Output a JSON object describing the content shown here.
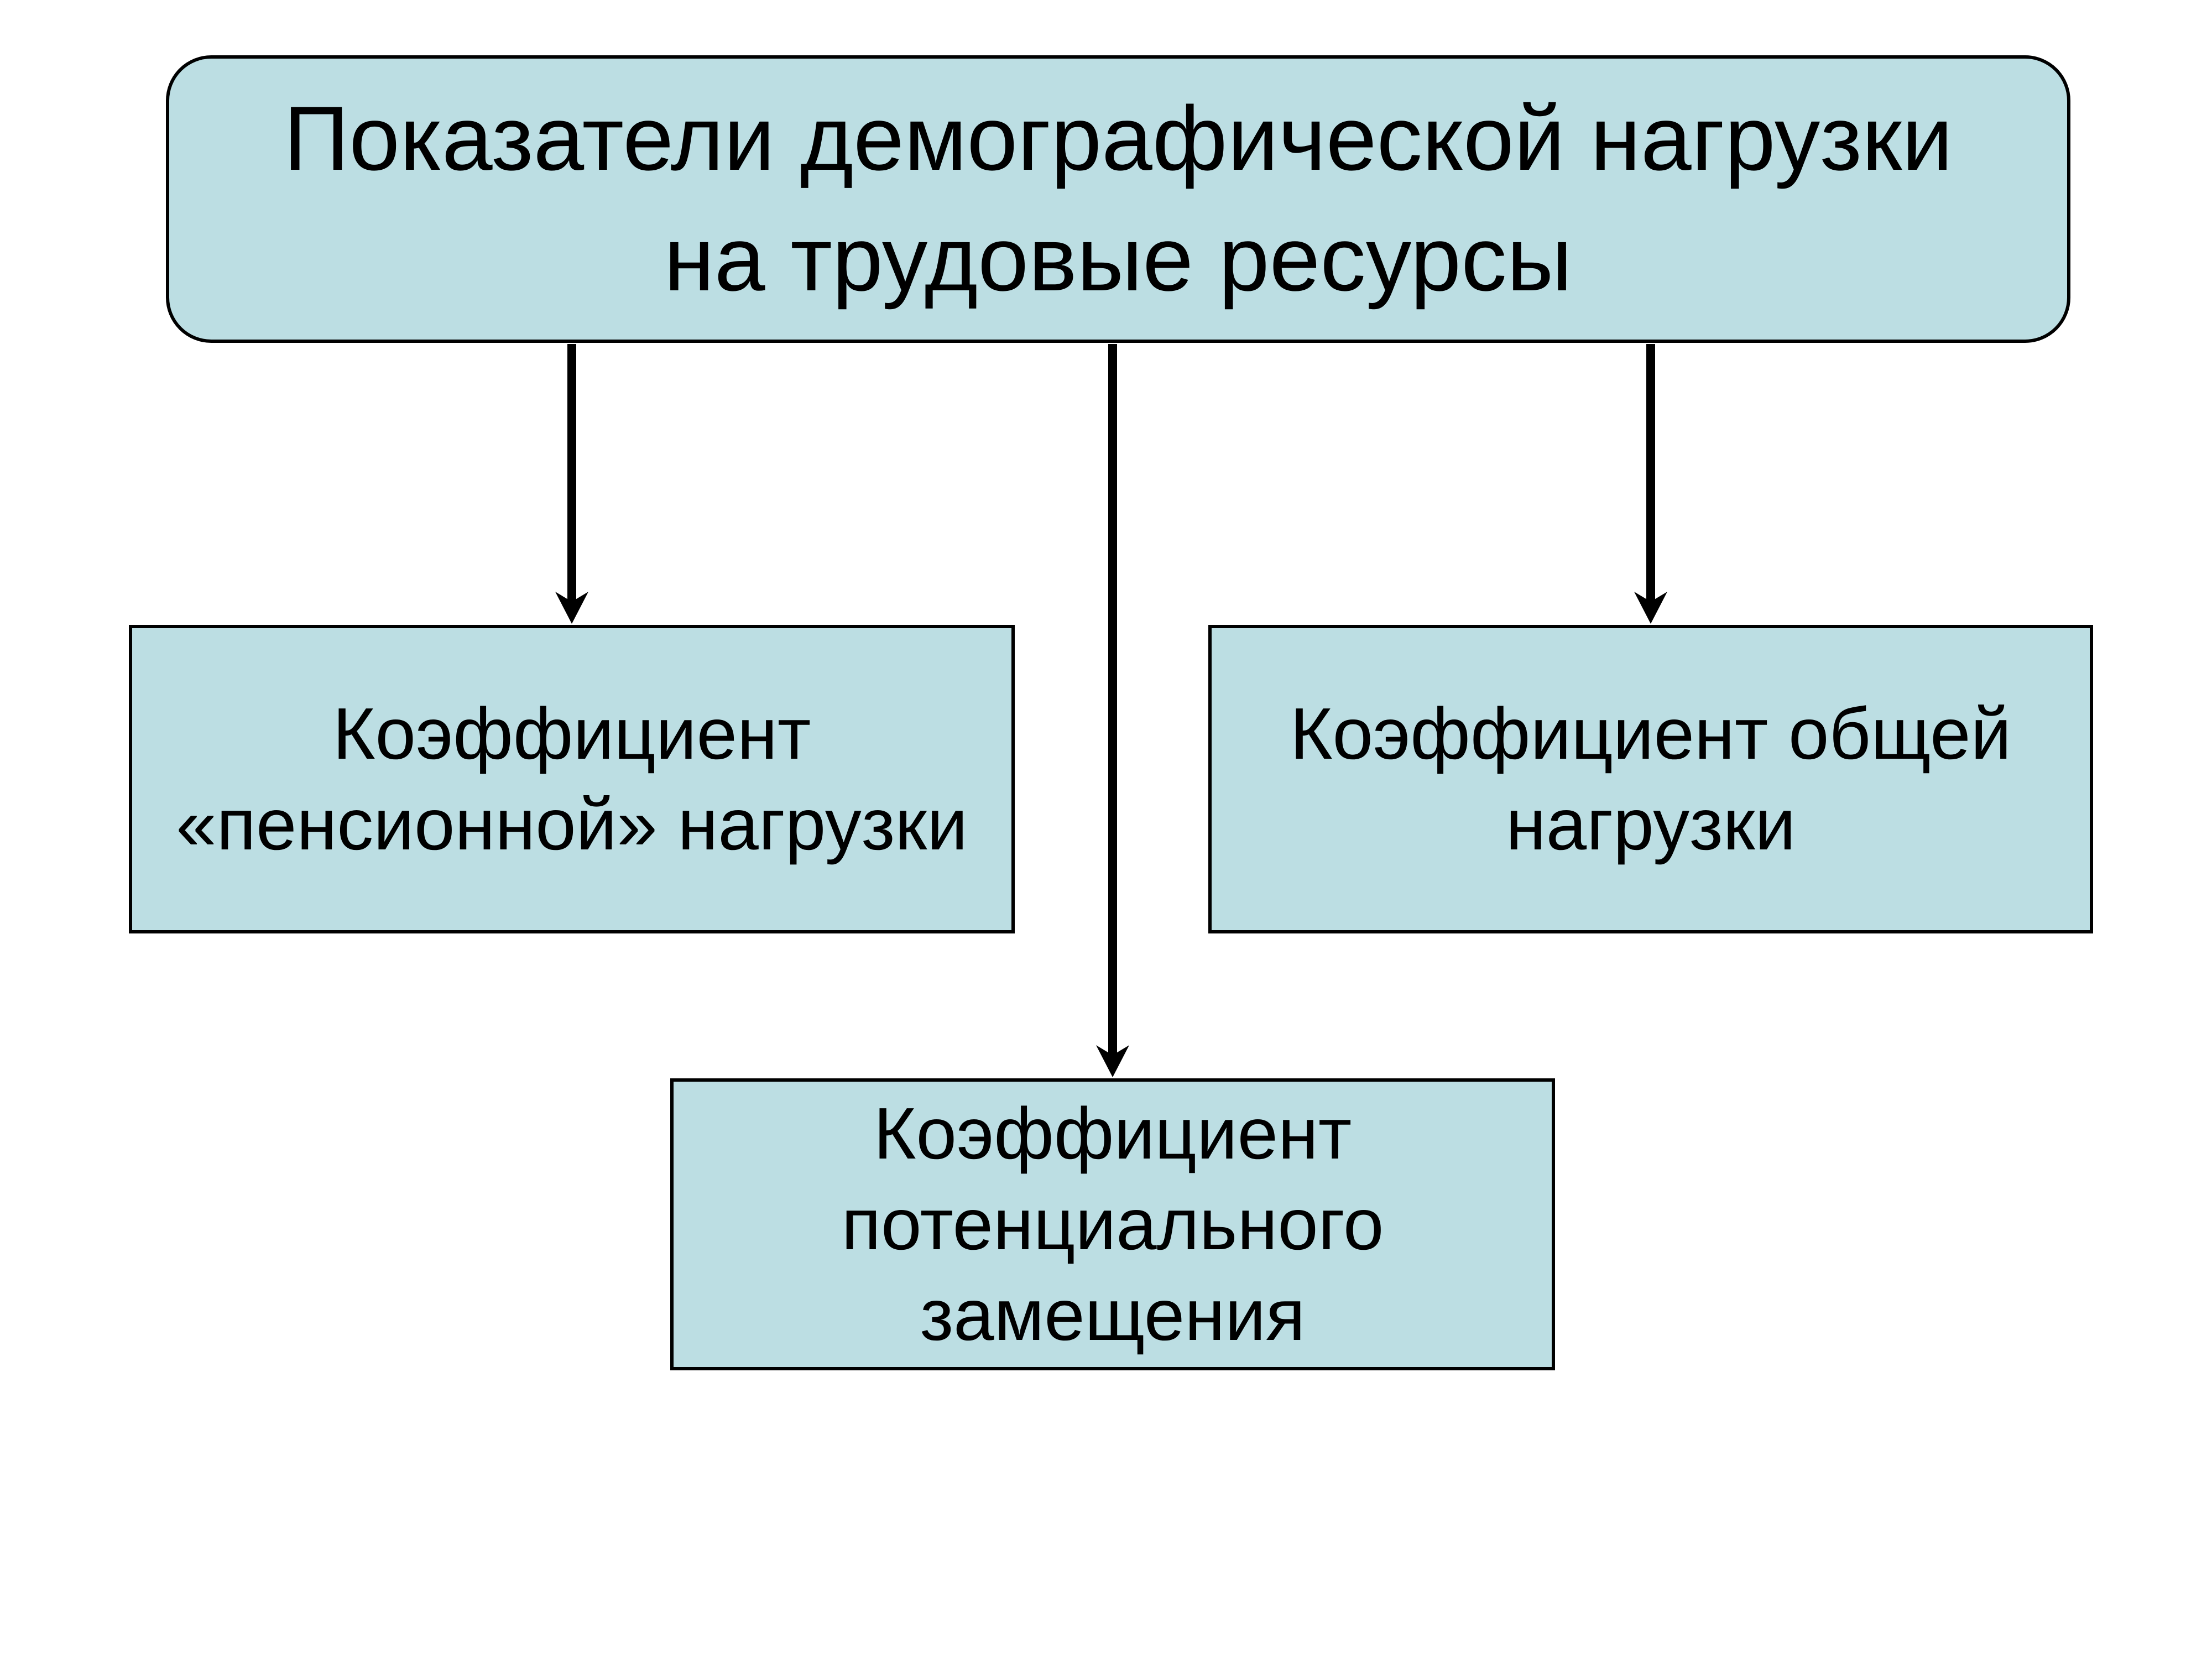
{
  "diagram": {
    "type": "flowchart",
    "root": {
      "label": "Показатели демографической нагрузки\nна трудовые ресурсы"
    },
    "children": [
      {
        "id": "pension",
        "label": "Коэффициент\n«пенсионной» нагрузки"
      },
      {
        "id": "total",
        "label": "Коэффициент общей\nнагрузки"
      },
      {
        "id": "replacement",
        "label": "Коэффициент\nпотенциального\nзамещения"
      }
    ],
    "connections": [
      {
        "from": "root",
        "to": "pension"
      },
      {
        "from": "root",
        "to": "replacement"
      },
      {
        "from": "root",
        "to": "total"
      }
    ],
    "colors": {
      "box_fill": "#bcdee3",
      "box_border": "#000000",
      "text": "#000000",
      "arrow": "#000000",
      "background": "#ffffff"
    }
  }
}
